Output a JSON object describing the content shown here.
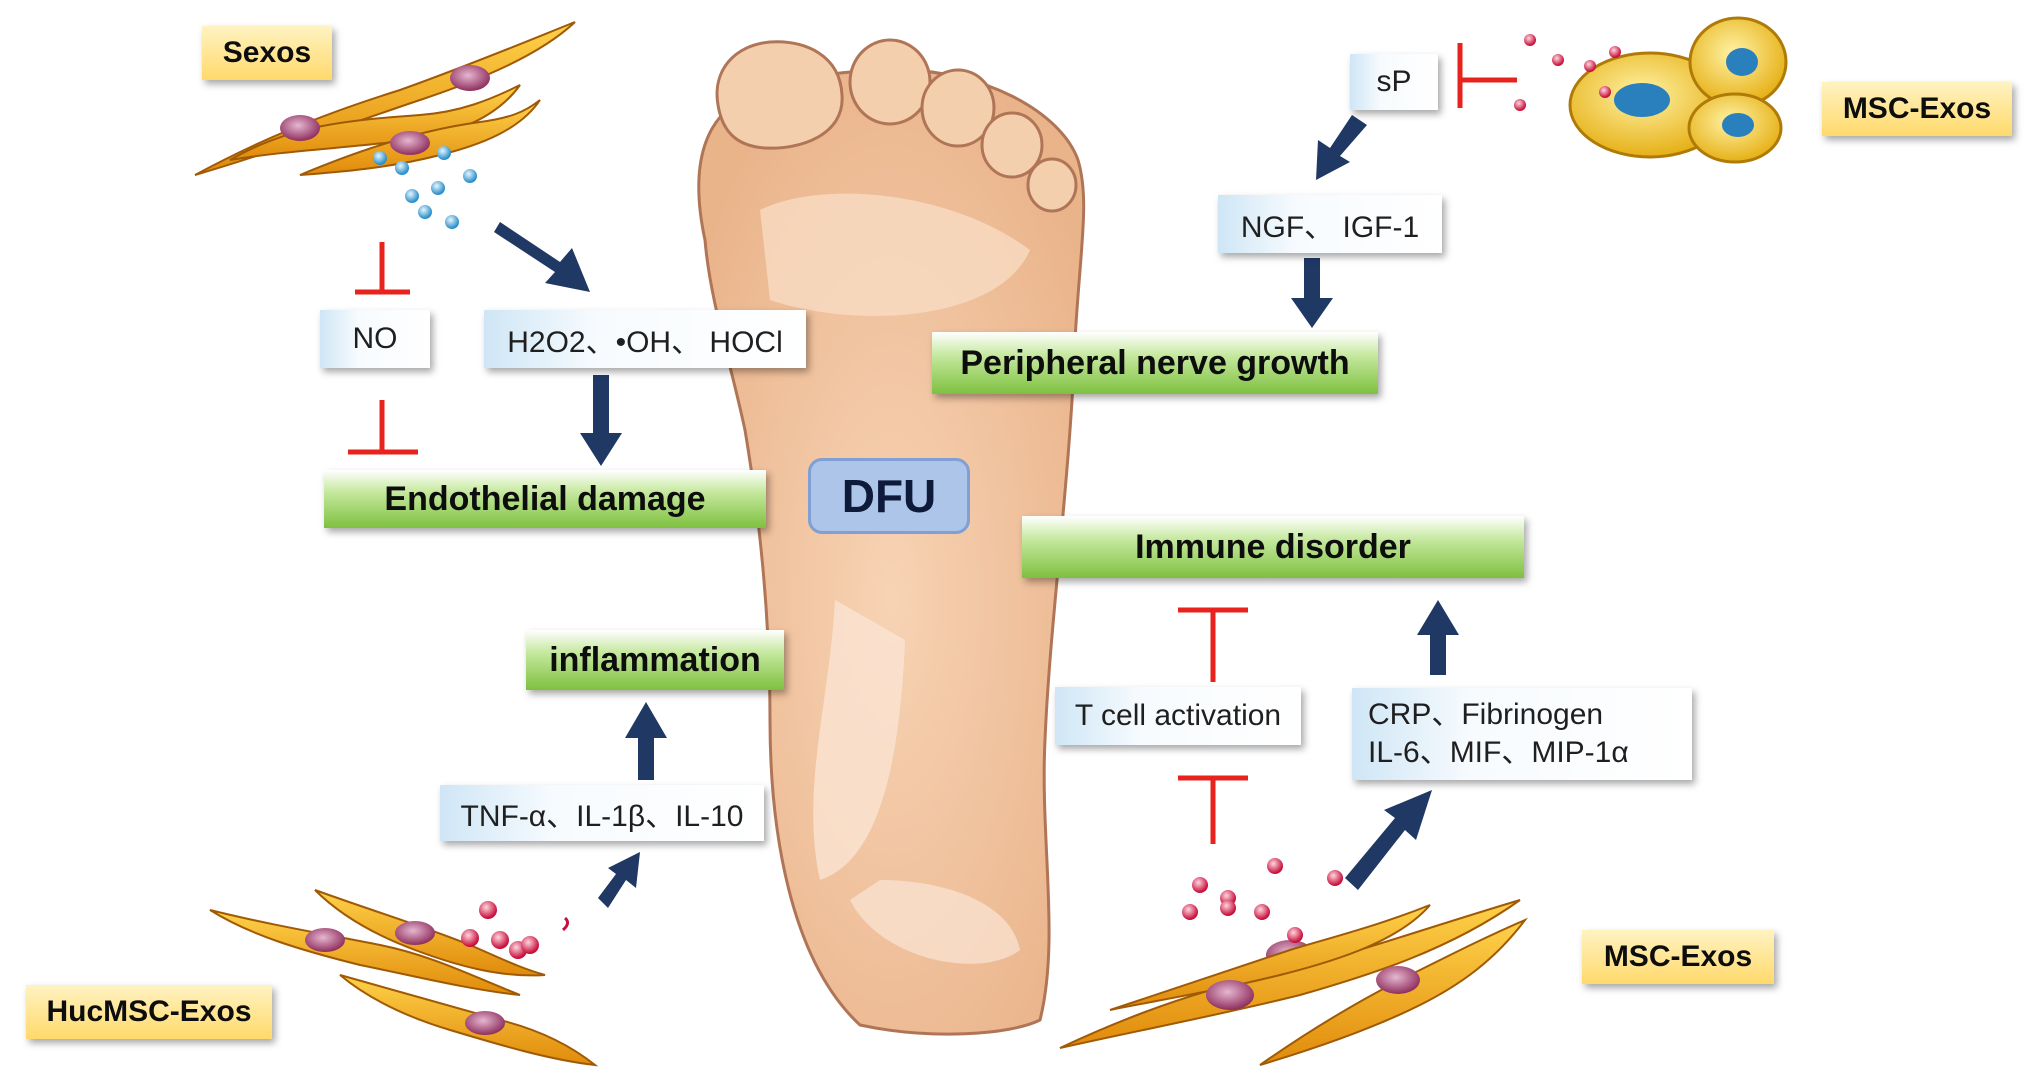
{
  "center": {
    "label": "DFU"
  },
  "sources": {
    "top_left": "Sexos",
    "top_right": "MSC-Exos",
    "bottom_left": "HucMSC-Exos",
    "bottom_right": "MSC-Exos"
  },
  "outcomes": {
    "endothelial": "Endothelial damage",
    "nerve": "Peripheral nerve growth",
    "immune": "Immune disorder",
    "inflammation": "inflammation"
  },
  "factors": {
    "no": "NO",
    "ros": "H2O2、•OH、 HOCl",
    "sp": "sP",
    "ngf": "NGF、 IGF-1",
    "cytokines": "TNF-α、IL-1β、IL-10",
    "tcell": "T cell activation",
    "crp_line1": "CRP、Fibrinogen",
    "crp_line2": "IL-6、MIF、MIP-1α"
  },
  "colors": {
    "arrow": "#1f3864",
    "inhibit": "#e8221c",
    "cell_body": "#f2a516",
    "nucleus": "#b0487a",
    "vesicle_blue": "#3aa3d8",
    "vesicle_red": "#c8103c",
    "foot_skin": "#f2c4a0"
  }
}
